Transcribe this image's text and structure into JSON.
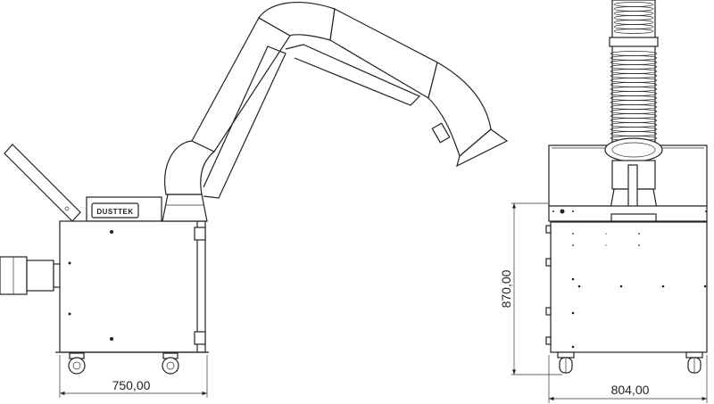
{
  "drawing": {
    "brand_logo": "DUSTTEK",
    "side_view": {
      "width_dimension": "750,00"
    },
    "front_view": {
      "height_dimension": "870,00",
      "width_dimension": "804,00"
    }
  }
}
